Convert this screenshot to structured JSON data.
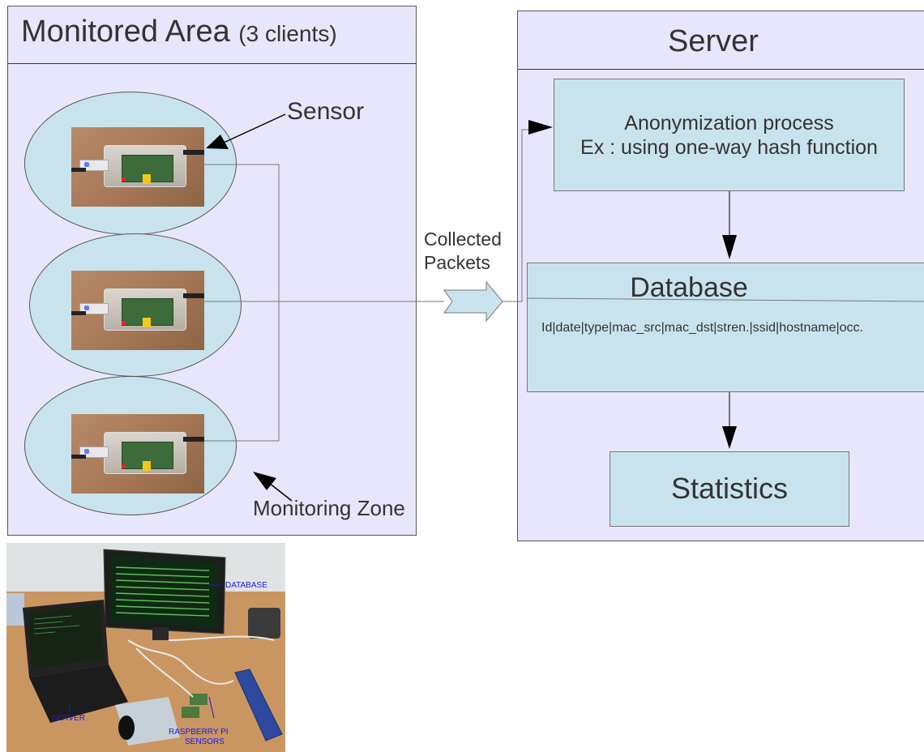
{
  "monitored_area": {
    "title": "Monitored Area",
    "subtitle": "(3 clients)",
    "sensor_label": "Sensor",
    "zone_label": "Monitoring Zone"
  },
  "link": {
    "label_line1": "Collected",
    "label_line2": "Packets"
  },
  "server": {
    "title": "Server",
    "anonymization_line1": "Anonymization process",
    "anonymization_line2": "Ex : using one-way hash function",
    "database_title": "Database",
    "database_fields": "Id|date|type|mac_src|mac_dst|stren.|ssid|hostname|occ.",
    "statistics": "Statistics"
  },
  "photo": {
    "database_label": "DATABASE",
    "server_label": "SERVER",
    "sensors_line1": "RASPBERRY PI",
    "sensors_line2": "SENSORS"
  },
  "colors": {
    "panel_bg": "#e8e6fc",
    "box_bg": "#c9e3ee",
    "text": "#333333",
    "photo_label": "#1a1ae6"
  }
}
